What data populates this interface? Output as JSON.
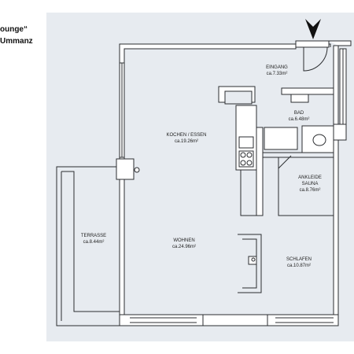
{
  "title": {
    "line1": "ounge“",
    "line2": "Ummanz"
  },
  "rooms": [
    {
      "id": "eingang",
      "name": "EINGANG",
      "area": "ca.7.33m²"
    },
    {
      "id": "bad",
      "name": "BAD",
      "area": "ca.6.48m²"
    },
    {
      "id": "kochen",
      "name": "KOCHEN / ESSEN",
      "area": "ca.19.26m²"
    },
    {
      "id": "ankleide",
      "name": "ANKLEIDE\nSAUNA",
      "area": "ca.8.76m²"
    },
    {
      "id": "terrasse",
      "name": "TERRASSE",
      "area": "ca.8.44m²"
    },
    {
      "id": "wohnen",
      "name": "WOHNEN",
      "area": "ca.24.96m²"
    },
    {
      "id": "schlafen",
      "name": "SCHLAFEN",
      "area": "ca.10.87m²"
    }
  ],
  "icons": {
    "entrance_marker": "entrance-arrow-icon"
  },
  "colors": {
    "paper": "#e7ebf0",
    "wall": "#2b2d30",
    "fill": "#ffffff"
  }
}
